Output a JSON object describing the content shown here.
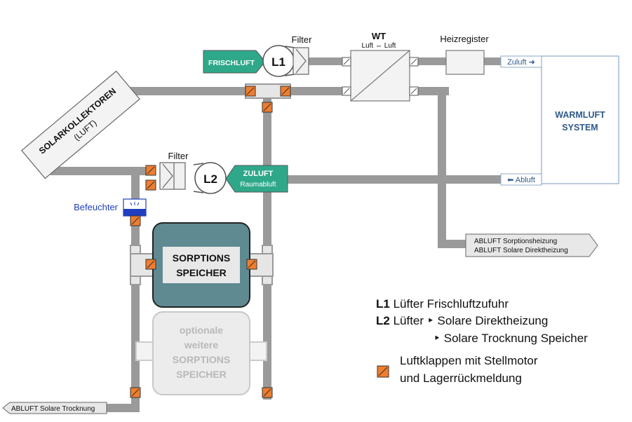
{
  "labels": {
    "filter_top": "Filter",
    "wt_title": "WT",
    "wt_sub": "Luft ⇔ Luft",
    "heizregister": "Heizregister",
    "frischluft": "FRISCHLUFT",
    "l1": "L1",
    "l2": "L2",
    "zuluft_tag": "Zuluft ➜",
    "abluft_tag": "⬅ Abluft",
    "warmluft_1": "WARMLUFT",
    "warmluft_2": "SYSTEM",
    "solar_1": "SOLARKOLLEKTOREN",
    "solar_2": "(LUFT)",
    "filter_left": "Filter",
    "zuluft_1": "ZULUFT",
    "zuluft_2": "Raumabluft",
    "befeuchter": "Befeuchter",
    "sorption_1": "SORPTIONS",
    "sorption_2": "SPEICHER",
    "opt_1": "optionale",
    "opt_2": "weitere",
    "opt_3": "SORPTIONS",
    "opt_4": "SPEICHER",
    "abluft_right_1": "ABLUFT Sorptionsheizung",
    "abluft_right_2": "ABLUFT Solare Direktheizung",
    "abluft_bottom": "ABLUFT Solare Trocknung"
  },
  "legend": {
    "l1_key": "L1",
    "l1_text": "Lüfter  Frischluftzufuhr",
    "l2_key": "L2",
    "l2_text": "Lüfter ‣ Solare Direktheizung",
    "l2_text2": "‣ Solare Trocknung Speicher",
    "damper_text_1": "Luftklappen mit Stellmotor",
    "damper_text_2": "und Lagerrückmeldung"
  },
  "colors": {
    "duct": "#9a9a9a",
    "damper": "#f07d2e",
    "teal": "#2fa88a",
    "storage": "#5f8a92",
    "warmluft_border": "#8fa8c8",
    "warmluft_text": "#2f5a8a",
    "befeuchter_text": "#1f3fbf"
  }
}
